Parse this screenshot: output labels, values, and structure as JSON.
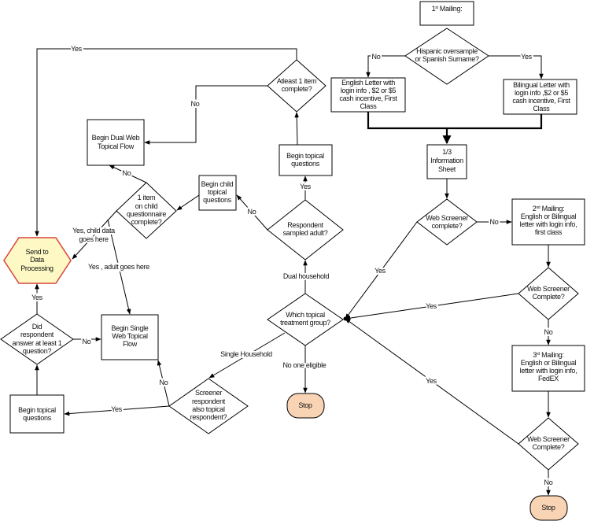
{
  "colors": {
    "stop_fill": "#f9d4b4",
    "process_fill": "#fdf8c4",
    "process_stroke": "#d9443a"
  },
  "nodes": {
    "mailing1": {
      "main": "1",
      "sup": "st",
      "rest": " Mailing:"
    },
    "hispanic": [
      "Hispanic oversample",
      "or Spanish Surname?"
    ],
    "english_letter": [
      "English Letter with",
      "login info ,  $2 or $5",
      "cash incentive, First",
      "Class"
    ],
    "bilingual_letter": [
      "Bilingual Letter with",
      "login info ,$2 or $5",
      "cash incentive, First",
      "Class"
    ],
    "info_sheet": [
      "1/3",
      "Information",
      "Sheet"
    ],
    "web_screener_1": [
      "Web Screener",
      "complete?"
    ],
    "mailing2": {
      "main": "2",
      "sup": "nd",
      "rest": " Mailing:",
      "lines": [
        "English or Bilingual",
        "letter with login info,",
        "first class"
      ]
    },
    "web_screener_2": [
      "Web Screener",
      "Complete?"
    ],
    "mailing3": {
      "main": "3",
      "sup": "rd",
      "rest": " Mailing:",
      "lines": [
        "English or Bilingual",
        "letter with login info,",
        "FedEX"
      ]
    },
    "web_screener_3": [
      "Web Screener",
      "Complete?"
    ],
    "stop": "Stop",
    "which_group": [
      "Which topical",
      "treatment group?"
    ],
    "respondent_adult": [
      "Respondent",
      "sampled adult?"
    ],
    "topical_top": [
      "Begin topical",
      "questions"
    ],
    "atleast_item": [
      "Atleast 1 item",
      "complete?"
    ],
    "dual_flow": [
      "Begin Dual Web",
      "Topical Flow"
    ],
    "child_topical": [
      "Begin child",
      "topical",
      "questions"
    ],
    "child_complete": [
      "1 item",
      "on child",
      "questionnaire",
      "complete?"
    ],
    "data_processing": [
      "Send to",
      "Data",
      "Processing"
    ],
    "did_answer": [
      "Did",
      "respondent",
      "answer at least 1",
      "question?"
    ],
    "single_flow": [
      "Begin Single",
      "Web Topical",
      "Flow"
    ],
    "topical_bottom": [
      "Begin topical",
      "questions"
    ],
    "screener_also": [
      "Screener",
      "respondent",
      "also topical",
      "respondent?"
    ]
  },
  "edges": {
    "yes": "Yes",
    "no": "No",
    "dual_household": "Dual household",
    "single_household": "Single Household",
    "no_one_eligible": "No one eligible",
    "yes_child": [
      "Yes, child data",
      "goes here"
    ],
    "yes_adult": "Yes , adult goes here"
  }
}
